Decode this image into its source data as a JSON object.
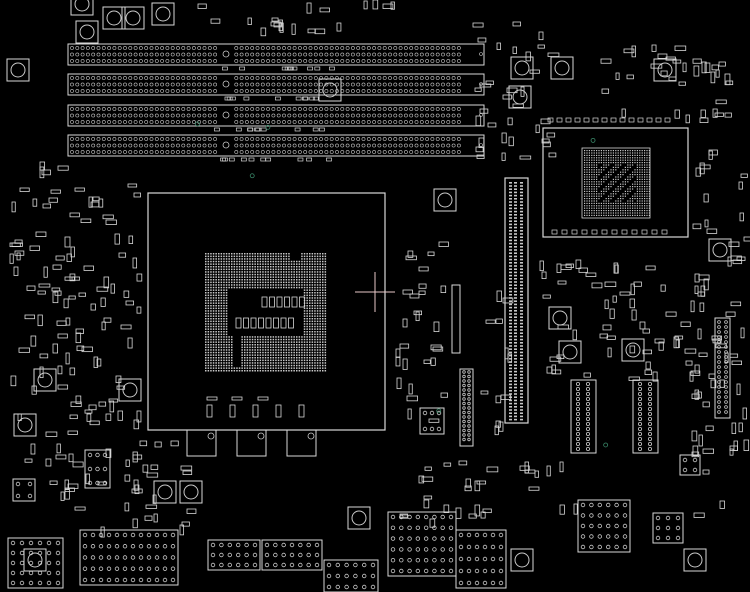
{
  "view": {
    "background_color": "#000000",
    "outline_color": "#d8d8d8",
    "pad_color": "#c8c8c8",
    "crosshair_color": "#e8c8c8",
    "via_color": "#3a8a6a"
  },
  "components": {
    "memory_slots": 4,
    "pcie_slots": 1,
    "cpu_socket": 1,
    "chipset": 1
  }
}
